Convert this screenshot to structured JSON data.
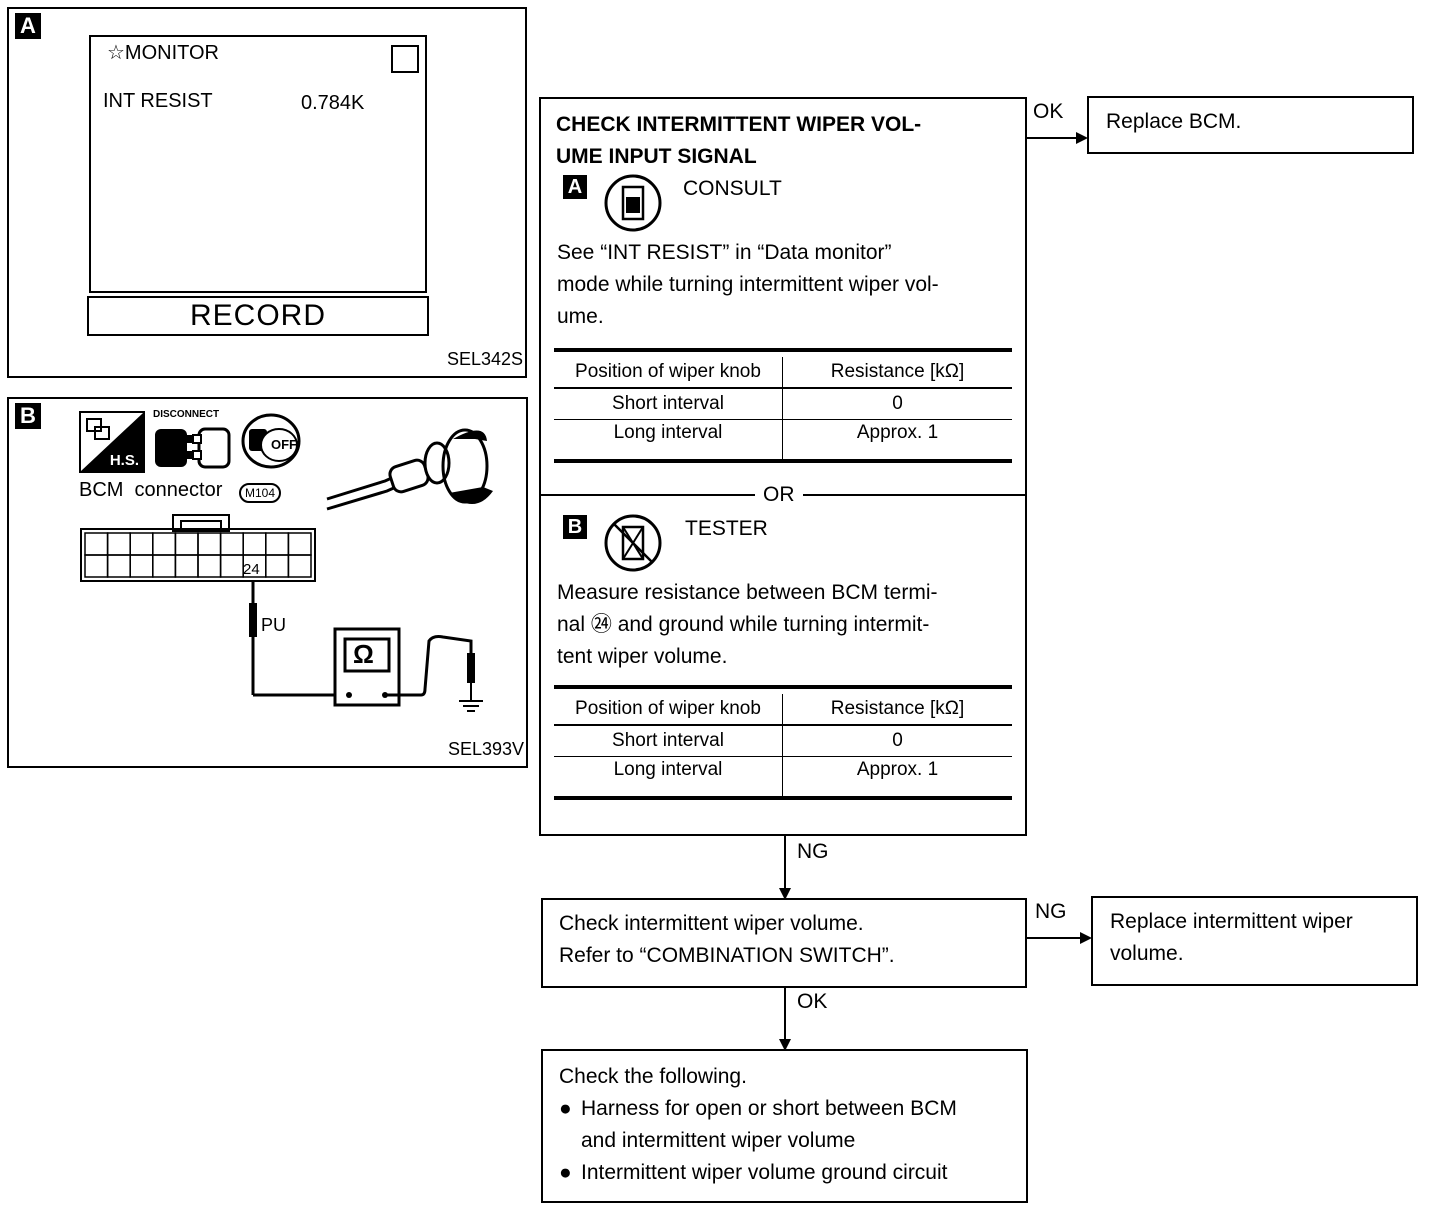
{
  "panel_a": {
    "tag": "A",
    "monitor_title": "☆MONITOR",
    "param_label": "INT RESIST",
    "param_value": "0.784K",
    "record_label": "RECORD",
    "figure_code": "SEL342S"
  },
  "panel_b": {
    "tag": "B",
    "hs_label": "H.S.",
    "disconnect_label": "DISCONNECT",
    "off_label": "OFF",
    "connector_label": "BCM  connector",
    "connector_id": "M104",
    "terminal_number": "24",
    "wire_color": "PU",
    "meter_symbol": "Ω",
    "figure_code": "SEL393V"
  },
  "main_step": {
    "title_line1": "CHECK INTERMITTENT WIPER VOL-",
    "title_line2": "UME INPUT SIGNAL",
    "consult": {
      "tag": "A",
      "label": "CONSULT",
      "lines": [
        "See “INT RESIST” in “Data monitor”",
        "mode while turning intermittent wiper vol-",
        "ume."
      ]
    },
    "or_label": "OR",
    "tester": {
      "tag": "B",
      "label": "TESTER",
      "lines": [
        "Measure resistance between BCM termi-",
        "nal ㉔ and ground while turning intermit-",
        "tent wiper volume."
      ]
    },
    "table": {
      "headers": [
        "Position of wiper knob",
        "Resistance [kΩ]"
      ],
      "rows": [
        [
          "Short interval",
          "0"
        ],
        [
          "Long interval",
          "Approx. 1"
        ]
      ]
    }
  },
  "ok_label_1": "OK",
  "replace_bcm": "Replace BCM.",
  "ng_label_1": "NG",
  "check_volume": {
    "line1": "Check intermittent wiper volume.",
    "line2": "Refer to “COMBINATION SWITCH”."
  },
  "ng_label_2": "NG",
  "replace_volume": {
    "line1": "Replace intermittent wiper",
    "line2": "volume."
  },
  "ok_label_2": "OK",
  "check_following": {
    "title": "Check the following.",
    "items": [
      {
        "line1": "Harness for open or short between BCM",
        "line2": "and intermittent wiper volume"
      },
      {
        "line1": "Intermittent wiper volume ground circuit",
        "line2": ""
      }
    ]
  }
}
